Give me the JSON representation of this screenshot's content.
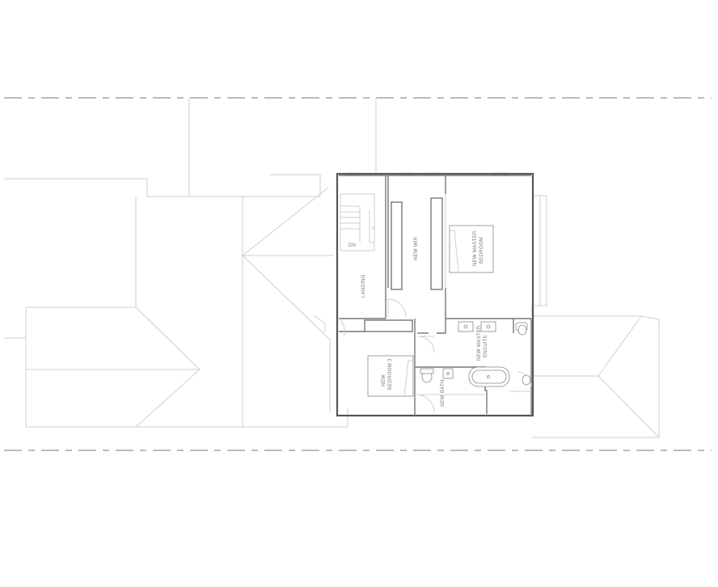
{
  "plan": {
    "rooms": {
      "landing": "LANDING",
      "wir": "NEW WIR",
      "master_line1": "NEW MASTER",
      "master_line2": "BEDROOM",
      "ensuite_line1": "NEW MASTER",
      "ensuite_line2": "ENSUITE",
      "bedroom_line1": "NEW",
      "bedroom_line2": "BEDROOM 3",
      "bath": "NEW BATH"
    },
    "stair_label": "DN"
  }
}
